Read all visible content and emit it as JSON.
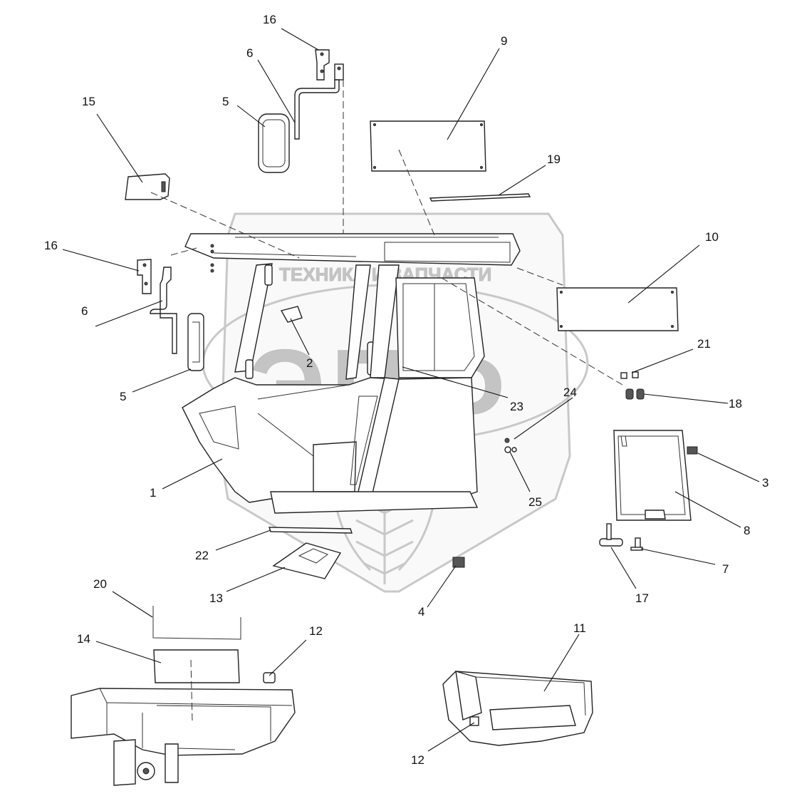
{
  "watermark": {
    "brand_text": "ТЕХНИКА И ЗАПЧАСТИ",
    "logo_text": "ЭПФ"
  },
  "callouts": {
    "c1": "1",
    "c2": "2",
    "c3": "3",
    "c4": "4",
    "c5a": "5",
    "c5b": "5",
    "c6a": "6",
    "c6b": "6",
    "c7": "7",
    "c8": "8",
    "c9": "9",
    "c10": "10",
    "c11": "11",
    "c12a": "12",
    "c12b": "12",
    "c13": "13",
    "c14": "14",
    "c15": "15",
    "c16a": "16",
    "c16b": "16",
    "c17": "17",
    "c18": "18",
    "c19": "19",
    "c20": "20",
    "c21": "21",
    "c22": "22",
    "c23": "23",
    "c24": "24",
    "c25": "25"
  }
}
